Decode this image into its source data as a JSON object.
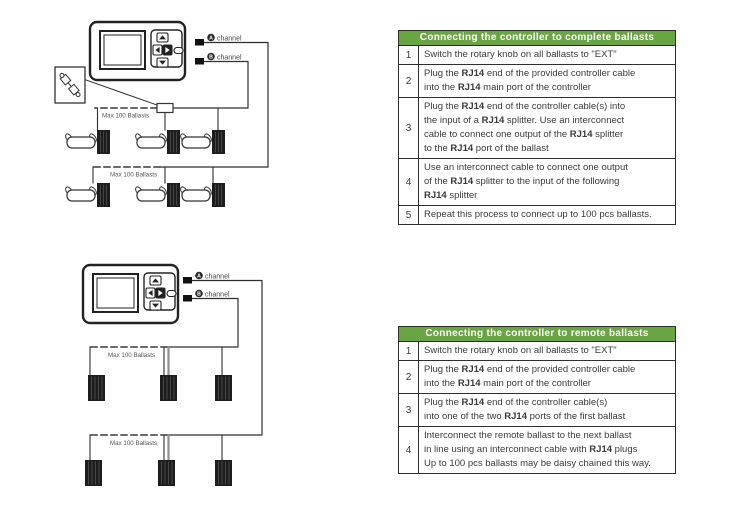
{
  "colors": {
    "header_green": "#6aa543",
    "line_art": "#2f2f2f",
    "ballast_black": "#1d1d1d",
    "text": "#3a3a3a"
  },
  "diagram_top": {
    "channel_a": {
      "icon": "A",
      "label": "channel"
    },
    "channel_b": {
      "icon": "B",
      "label": "channel"
    },
    "row1_label": "Max 100 Ballasts",
    "row2_label": "Max 100 Ballasts"
  },
  "diagram_bottom": {
    "channel_a": {
      "icon": "A",
      "label": "channel"
    },
    "channel_b": {
      "icon": "B",
      "label": "channel"
    },
    "row1_label": "Max 100 Ballasts",
    "row2_label": "Max 100 Ballasts"
  },
  "table_complete": {
    "title": "Connecting the controller to complete ballasts",
    "rows": [
      {
        "num": "1",
        "lines": [
          "Switch the rotary knob on all ballasts to \"EXT\""
        ]
      },
      {
        "num": "2",
        "lines": [
          "Plug the RJ14 end of the provided controller cable",
          "into the RJ14 main port of the controller"
        ]
      },
      {
        "num": "3",
        "lines": [
          "Plug the RJ14 end of the controller cable(s) into",
          "the input of a RJ14 splitter. Use an interconnect",
          "cable to connect one output of the RJ14 splitter",
          "to the RJ14 port of the ballast"
        ]
      },
      {
        "num": "4",
        "lines": [
          "Use an interconnect cable to connect one output",
          "of the RJ14 splitter to the input of the following",
          "RJ14 splitter"
        ]
      },
      {
        "num": "5",
        "lines": [
          "Repeat this process to connect up to 100 pcs ballasts."
        ]
      }
    ]
  },
  "table_remote": {
    "title": "Connecting the controller to remote ballasts",
    "rows": [
      {
        "num": "1",
        "lines": [
          "Switch the rotary knob on all ballasts to \"EXT\""
        ]
      },
      {
        "num": "2",
        "lines": [
          "Plug the RJ14 end of the provided controller cable",
          "into the RJ14 main port of the controller"
        ]
      },
      {
        "num": "3",
        "lines": [
          "Plug the RJ14 end of the controller cable(s)",
          "into one of the two RJ14 ports of the first ballast"
        ]
      },
      {
        "num": "4",
        "lines": [
          "Interconnect the remote ballast to the next ballast",
          "in line using an interconnect cable with RJ14 plugs",
          "Up to 100 pcs ballasts may be daisy chained this way."
        ]
      }
    ]
  }
}
